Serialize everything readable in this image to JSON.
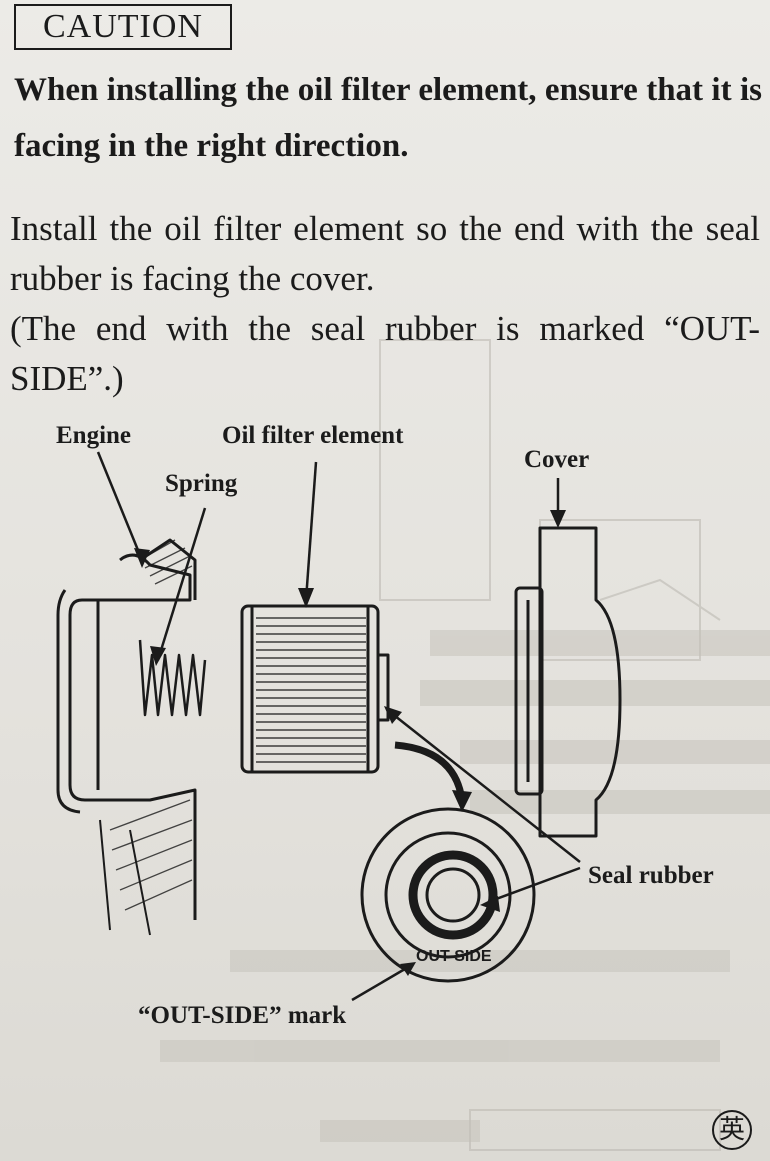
{
  "caution": {
    "label": "CAUTION",
    "text": "When installing the oil filter element, ensure that it is facing in the right direction."
  },
  "instructions": {
    "line1": "Install the oil filter element so the end with the seal rubber is facing the cover.",
    "line2": "(The end with the seal rubber is marked “OUT-SIDE”.)"
  },
  "diagram": {
    "labels": {
      "engine": "Engine",
      "oil_filter_element": "Oil filter element",
      "spring": "Spring",
      "cover": "Cover",
      "seal_rubber": "Seal rubber",
      "outside_mark": "“OUT-SIDE” mark",
      "outside_inner": "OUT-SIDE"
    }
  },
  "page_mark": "英"
}
